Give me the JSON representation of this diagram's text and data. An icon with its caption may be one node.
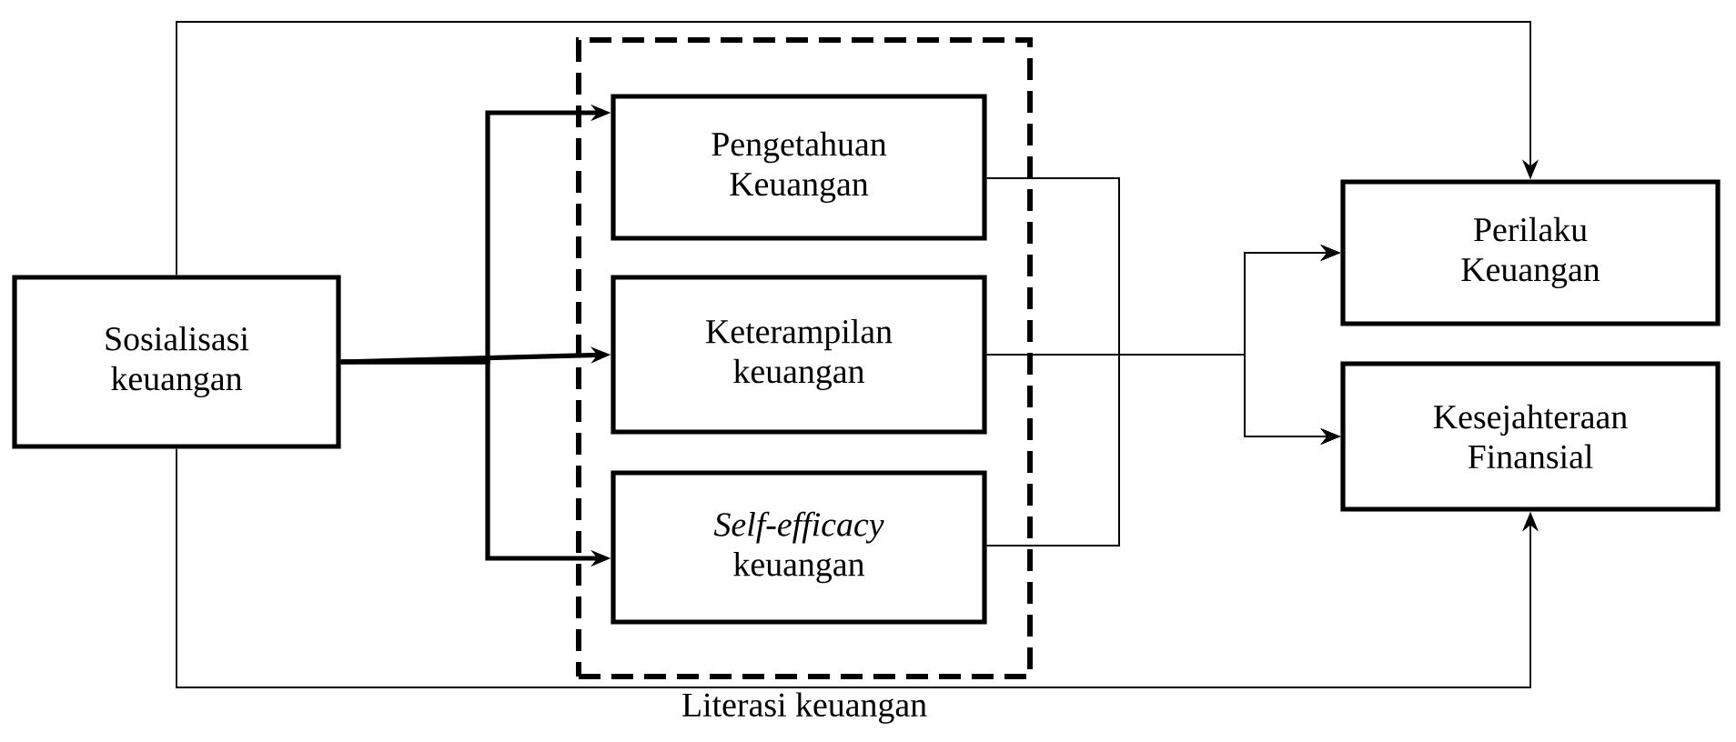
{
  "diagram": {
    "nodes": [
      {
        "text": [
          "Sosialisasi keuangan"
        ]
      },
      {
        "text": [
          "Literasi keuangan"
        ]
      },
      {
        "text": [
          "Pengetahuan Keuangan"
        ],
        "in": 1
      },
      {
        "text": [
          "Keterampilan keuangan"
        ],
        "in": 1
      },
      {
        "text": [
          "*Self-efficacy* keuangan"
        ],
        "in": 1
      },
      {
        "text": [
          "Perilaku Keuangan"
        ]
      },
      {
        "text": [
          "Kesejahteraan Finansial"
        ]
      }
    ],
    "edges": [
      {
        "from": 0,
        "to": 2,
        "arrow": "to",
        "style": "thick"
      },
      {
        "from": 0,
        "to": 3,
        "arrow": "to",
        "style": "thick"
      },
      {
        "from": 0,
        "to": 4,
        "arrow": "to",
        "style": "thick"
      },
      {
        "from": 2,
        "to": 5,
        "arrow": "to"
      },
      {
        "from": 2,
        "to": 6,
        "arrow": "to"
      },
      {
        "from": 3,
        "to": 5,
        "arrow": "to"
      },
      {
        "from": 3,
        "to": 6,
        "arrow": "to"
      },
      {
        "from": 4,
        "to": 5,
        "arrow": "to"
      },
      {
        "from": 4,
        "to": 6,
        "arrow": "to"
      },
      {
        "from": 0,
        "to": 5,
        "arrow": "to"
      },
      {
        "from": 0,
        "to": 6,
        "arrow": "to"
      }
    ]
  }
}
